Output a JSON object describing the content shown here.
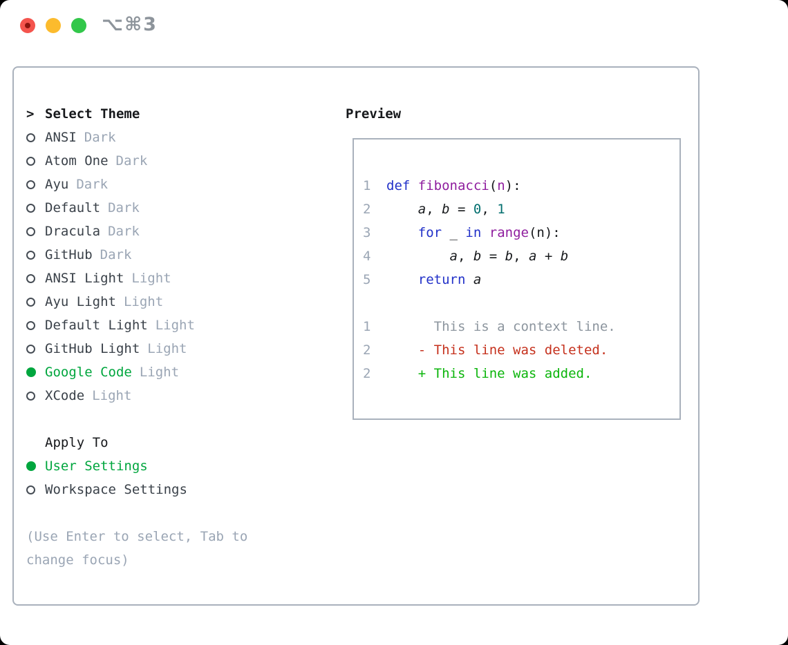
{
  "window": {
    "title_shortcut": "⌥⌘3",
    "traffic_lights": [
      "close",
      "minimize",
      "zoom"
    ]
  },
  "theme_list": {
    "cursor": ">",
    "header": "Select Theme",
    "items": [
      {
        "name": "ANSI",
        "variant": "Dark",
        "selected": false
      },
      {
        "name": "Atom One",
        "variant": "Dark",
        "selected": false
      },
      {
        "name": "Ayu",
        "variant": "Dark",
        "selected": false
      },
      {
        "name": "Default",
        "variant": "Dark",
        "selected": false
      },
      {
        "name": "Dracula",
        "variant": "Dark",
        "selected": false
      },
      {
        "name": "GitHub",
        "variant": "Dark",
        "selected": false
      },
      {
        "name": "ANSI Light",
        "variant": "Light",
        "selected": false
      },
      {
        "name": "Ayu Light",
        "variant": "Light",
        "selected": false
      },
      {
        "name": "Default Light",
        "variant": "Light",
        "selected": false
      },
      {
        "name": "GitHub Light",
        "variant": "Light",
        "selected": false
      },
      {
        "name": "Google Code",
        "variant": "Light",
        "selected": true
      },
      {
        "name": "XCode",
        "variant": "Light",
        "selected": false
      }
    ]
  },
  "apply_to": {
    "header": "Apply To",
    "options": [
      {
        "label": "User Settings",
        "selected": true
      },
      {
        "label": "Workspace Settings",
        "selected": false
      }
    ]
  },
  "hint": "(Use Enter to select, Tab to change focus)",
  "preview": {
    "label": "Preview",
    "code_lines": [
      {
        "num": "1",
        "tokens": [
          [
            "kw",
            "def"
          ],
          [
            "pl",
            " "
          ],
          [
            "fn",
            "fibonacci"
          ],
          [
            "pl",
            "("
          ],
          [
            "pm",
            "n"
          ],
          [
            "pl",
            "):"
          ]
        ]
      },
      {
        "num": "2",
        "tokens": [
          [
            "pl",
            "    "
          ],
          [
            "va",
            "a"
          ],
          [
            "pl",
            ", "
          ],
          [
            "va",
            "b"
          ],
          [
            "pl",
            " = "
          ],
          [
            "nu",
            "0"
          ],
          [
            "pl",
            ", "
          ],
          [
            "nu",
            "1"
          ]
        ]
      },
      {
        "num": "3",
        "tokens": [
          [
            "pl",
            "    "
          ],
          [
            "kw",
            "for"
          ],
          [
            "pl",
            " _ "
          ],
          [
            "kw",
            "in"
          ],
          [
            "pl",
            " "
          ],
          [
            "fn",
            "range"
          ],
          [
            "pl",
            "(n):"
          ]
        ]
      },
      {
        "num": "4",
        "tokens": [
          [
            "pl",
            "        "
          ],
          [
            "va",
            "a"
          ],
          [
            "pl",
            ", "
          ],
          [
            "va",
            "b"
          ],
          [
            "pl",
            " = "
          ],
          [
            "va",
            "b"
          ],
          [
            "pl",
            ", "
          ],
          [
            "va",
            "a"
          ],
          [
            "pl",
            " + "
          ],
          [
            "va",
            "b"
          ]
        ]
      },
      {
        "num": "5",
        "tokens": [
          [
            "pl",
            "    "
          ],
          [
            "kw",
            "return"
          ],
          [
            "pl",
            " "
          ],
          [
            "va",
            "a"
          ]
        ]
      }
    ],
    "diff_lines": [
      {
        "num": "1",
        "type": "context",
        "text": "      This is a context line."
      },
      {
        "num": "2",
        "type": "deleted",
        "text": "    - This line was deleted."
      },
      {
        "num": "2",
        "type": "added",
        "text": "    + This line was added."
      }
    ]
  },
  "colors": {
    "accent-green": "#00a63e",
    "added-green": "#0bb50b",
    "deleted-red": "#c5311d",
    "context-gray": "#8c959e",
    "muted-gray": "#9aa5b4",
    "label-dark": "#3a4149",
    "text-black": "#16181b",
    "keyword-blue": "#2130c8",
    "function-magenta": "#8f1d9e",
    "number-teal": "#006e6e",
    "border-gray": "#a9b1bc",
    "traffic-red": "#f4544d",
    "traffic-red-dot": "#8c140e",
    "traffic-yellow": "#fcbb2d",
    "traffic-green": "#32c74a",
    "titlebar-gray": "#8d949b"
  }
}
